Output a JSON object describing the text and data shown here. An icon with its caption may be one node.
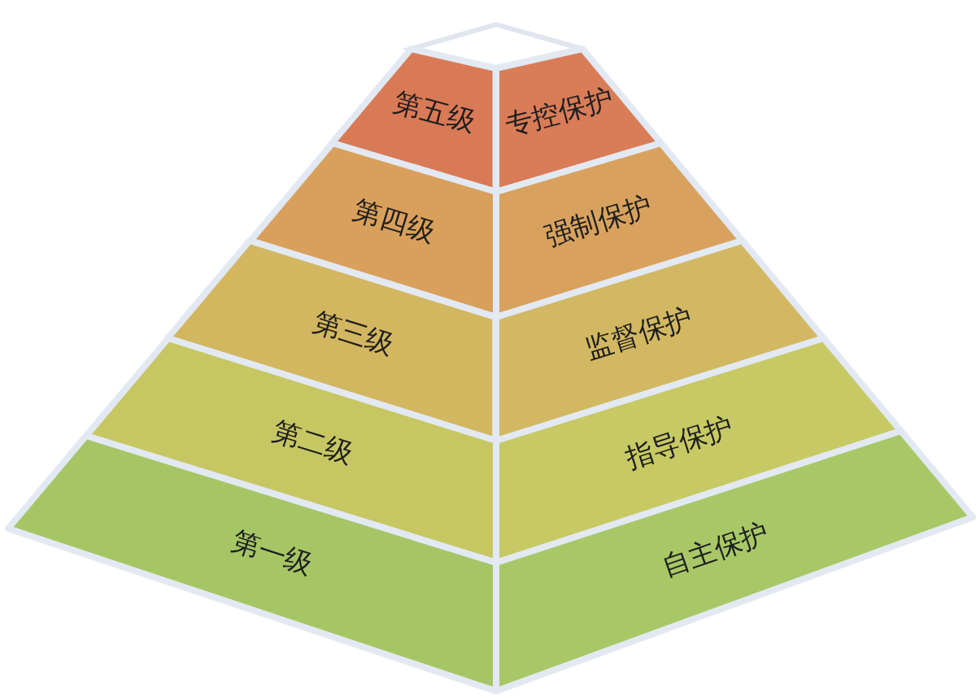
{
  "diagram": {
    "nodes": [
      {
        "text": [],
        "shape": "diamond"
      },
      {
        "text": [
          "第五级"
        ]
      },
      {
        "text": [
          "专控保护"
        ]
      },
      {
        "text": [
          "第四级"
        ]
      },
      {
        "text": [
          "强制保护"
        ]
      },
      {
        "text": [
          "第三级"
        ]
      },
      {
        "text": [
          "监督保护"
        ]
      },
      {
        "text": [
          "第二级"
        ]
      },
      {
        "text": [
          "指导保护"
        ]
      },
      {
        "text": [
          "第一级"
        ]
      },
      {
        "text": [
          "自主保护"
        ]
      }
    ]
  }
}
